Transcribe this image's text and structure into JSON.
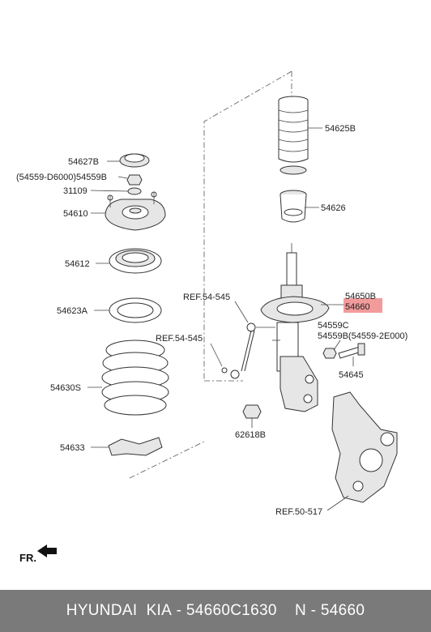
{
  "labels": {
    "p54627B": "54627B",
    "p54559B_alt": "(54559-D6000)54559B",
    "p31109": "31109",
    "p54610": "54610",
    "p54612": "54612",
    "p54623A": "54623A",
    "p54630S": "54630S",
    "p54633": "54633",
    "p54625B": "54625B",
    "p54626": "54626",
    "p54650B": "54650B",
    "p54660": "54660",
    "p54559C": "54559C",
    "p54559B_2E000": "54559B(54559-2E000)",
    "p54645": "54645",
    "p62618B": "62618B"
  },
  "refs": {
    "ref_54545_upper": "REF.54-545",
    "ref_54545_lower": "REF.54-545",
    "ref_50517": "REF.50-517"
  },
  "direction": "FR.",
  "highlight_color": "#f08a8a",
  "footer": {
    "brand": "HYUNDAI  KIA",
    "part_number": "54660C1630",
    "short_code": "N - 54660",
    "separator": " - ",
    "gap": "    "
  }
}
